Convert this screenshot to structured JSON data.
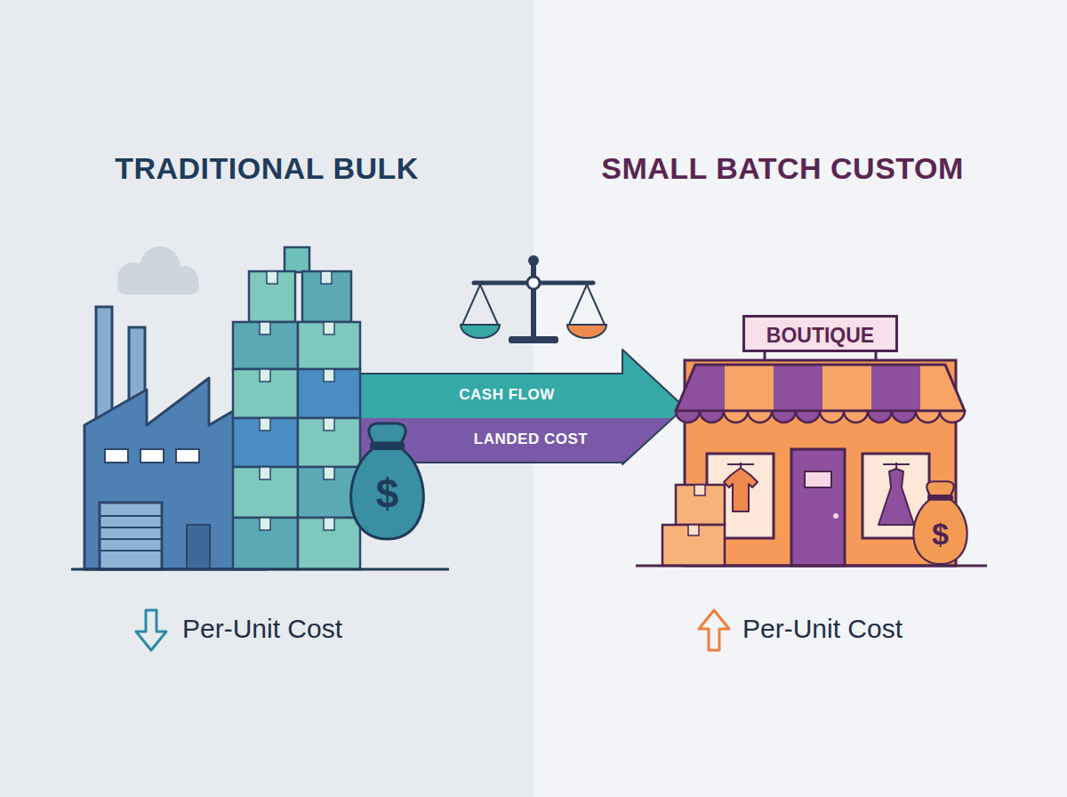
{
  "diagram": {
    "nodes": [
      {
        "text": [
          "TRADITIONAL BULK",
          "Per-Unit Cost"
        ]
      },
      {
        "text": [
          "$"
        ],
        "in": 0
      },
      {
        "text": [
          "SMALL BATCH CUSTOM",
          "Per-Unit Cost"
        ]
      },
      {
        "text": [
          "BOUTIQUE"
        ],
        "in": 2
      },
      {
        "text": [
          "$"
        ],
        "in": 2
      }
    ],
    "labels": [
      "CASH FLOW",
      "LANDED COST"
    ]
  }
}
